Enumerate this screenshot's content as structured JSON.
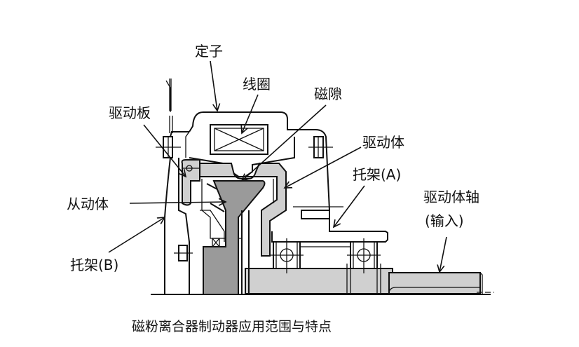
{
  "diagram": {
    "title": "磁粉离合器制动器应用范围与特点",
    "labels": {
      "stator": "定子",
      "coil": "线圈",
      "magnetic_gap": "磁隙",
      "drive_plate": "驱动板",
      "driving_body": "驱动体",
      "bracket_a": "托架(A)",
      "driven_body": "从动体",
      "drive_shaft": "驱动体轴",
      "drive_shaft_note": "(输入)",
      "bracket_b": "托架(B)"
    },
    "colors": {
      "line": "#111111",
      "light_gray": "#d0d0d0",
      "dark_gray": "#9a9a9a",
      "background": "#ffffff"
    }
  }
}
